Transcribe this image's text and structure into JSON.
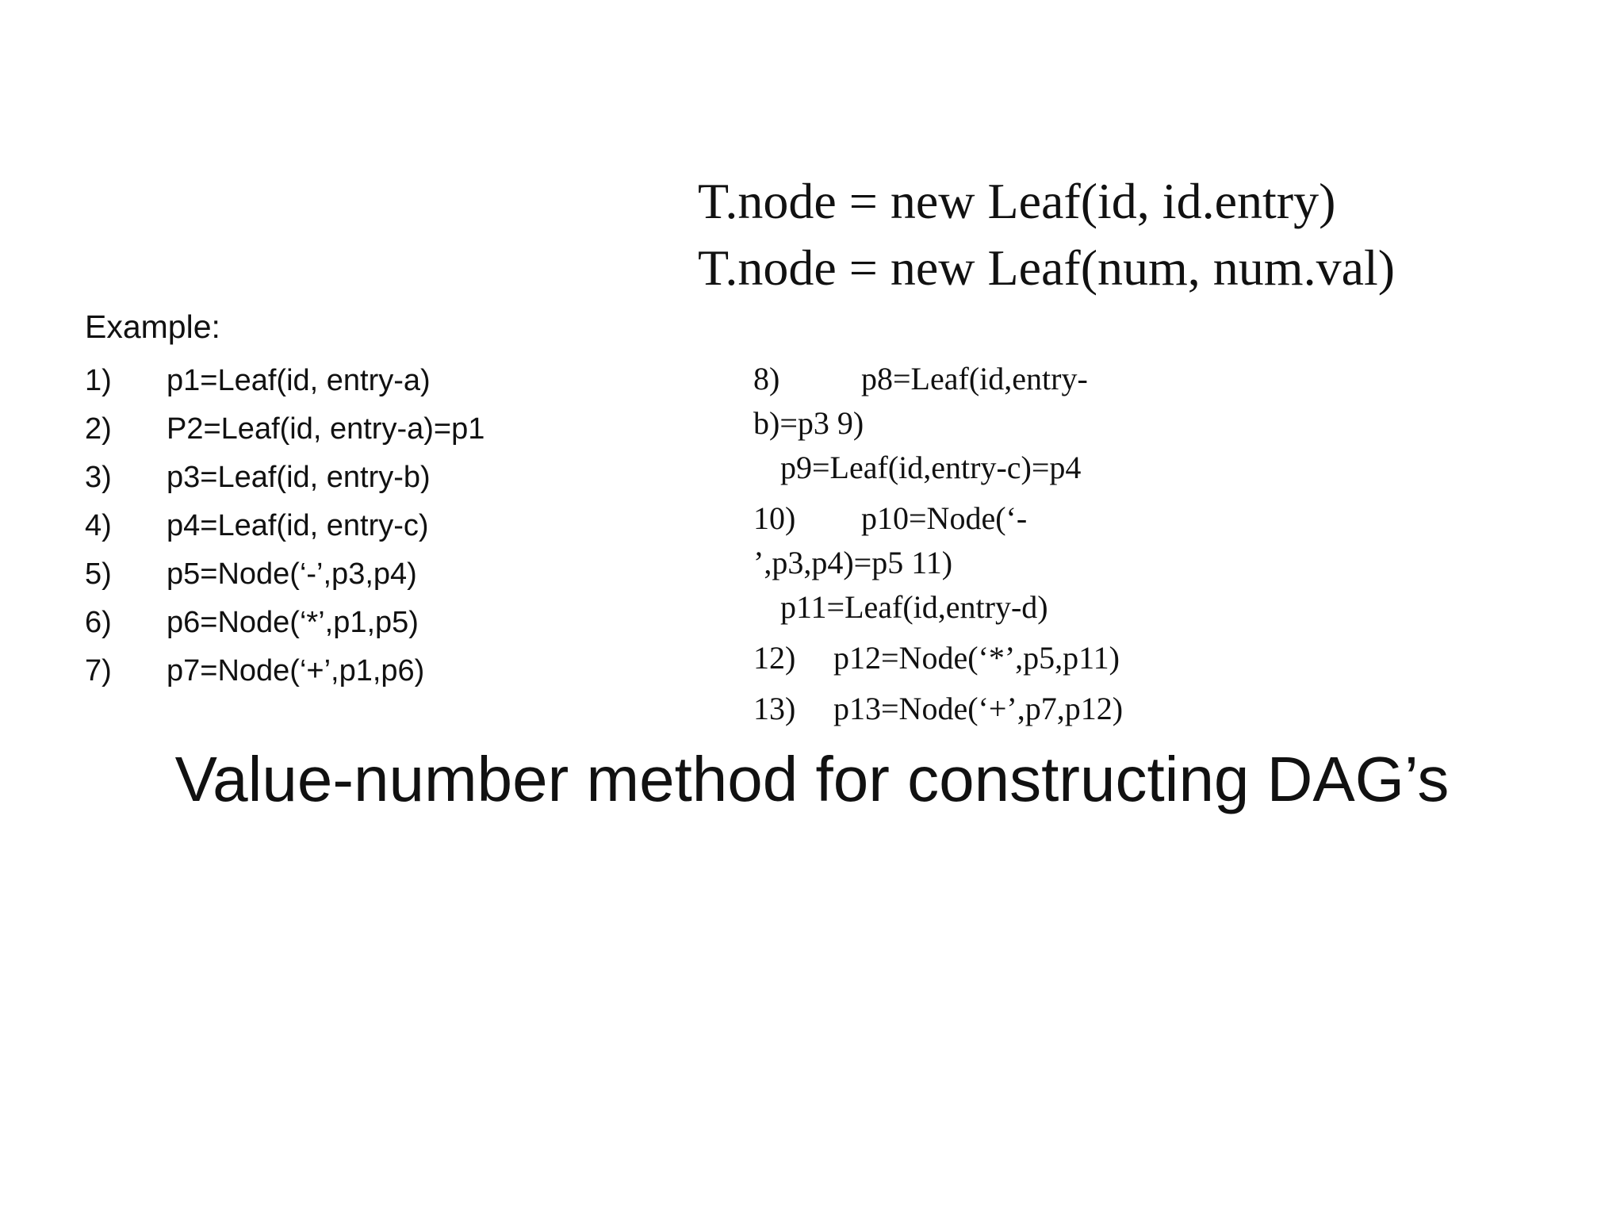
{
  "rules": [
    "T.node = new Leaf(id, id.entry)",
    "T.node = new Leaf(num, num.val)"
  ],
  "example": {
    "heading": "Example:",
    "items": [
      {
        "num": "1)",
        "text": "p1=Leaf(id, entry-a)"
      },
      {
        "num": "2)",
        "text": "P2=Leaf(id, entry-a)=p1"
      },
      {
        "num": "3)",
        "text": "p3=Leaf(id, entry-b)"
      },
      {
        "num": "4)",
        "text": "p4=Leaf(id, entry-c)"
      },
      {
        "num": "5)",
        "text": "p5=Node(‘-’,p3,p4)"
      },
      {
        "num": "6)",
        "text": "p6=Node(‘*’,p1,p5)"
      },
      {
        "num": "7)",
        "text": "p7=Node(‘+’,p1,p6)"
      }
    ]
  },
  "continuation": {
    "l1_num": "8)",
    "l1_text": "p8=Leaf(id,entry-",
    "l2": "b)=p3 9)",
    "l3": "p9=Leaf(id,entry-c)=p4",
    "l4_num": "10)",
    "l4_text": "p10=Node(‘-",
    "l5": "’,p3,p4)=p5 11)",
    "l6": "p11=Leaf(id,entry-d)",
    "l7_num": "12)",
    "l7_text": "p12=Node(‘*’,p5,p11)",
    "l8_num": "13)",
    "l8_text": "p13=Node(‘+’,p7,p12)"
  },
  "title": "Value-number method for constructing DAG’s"
}
